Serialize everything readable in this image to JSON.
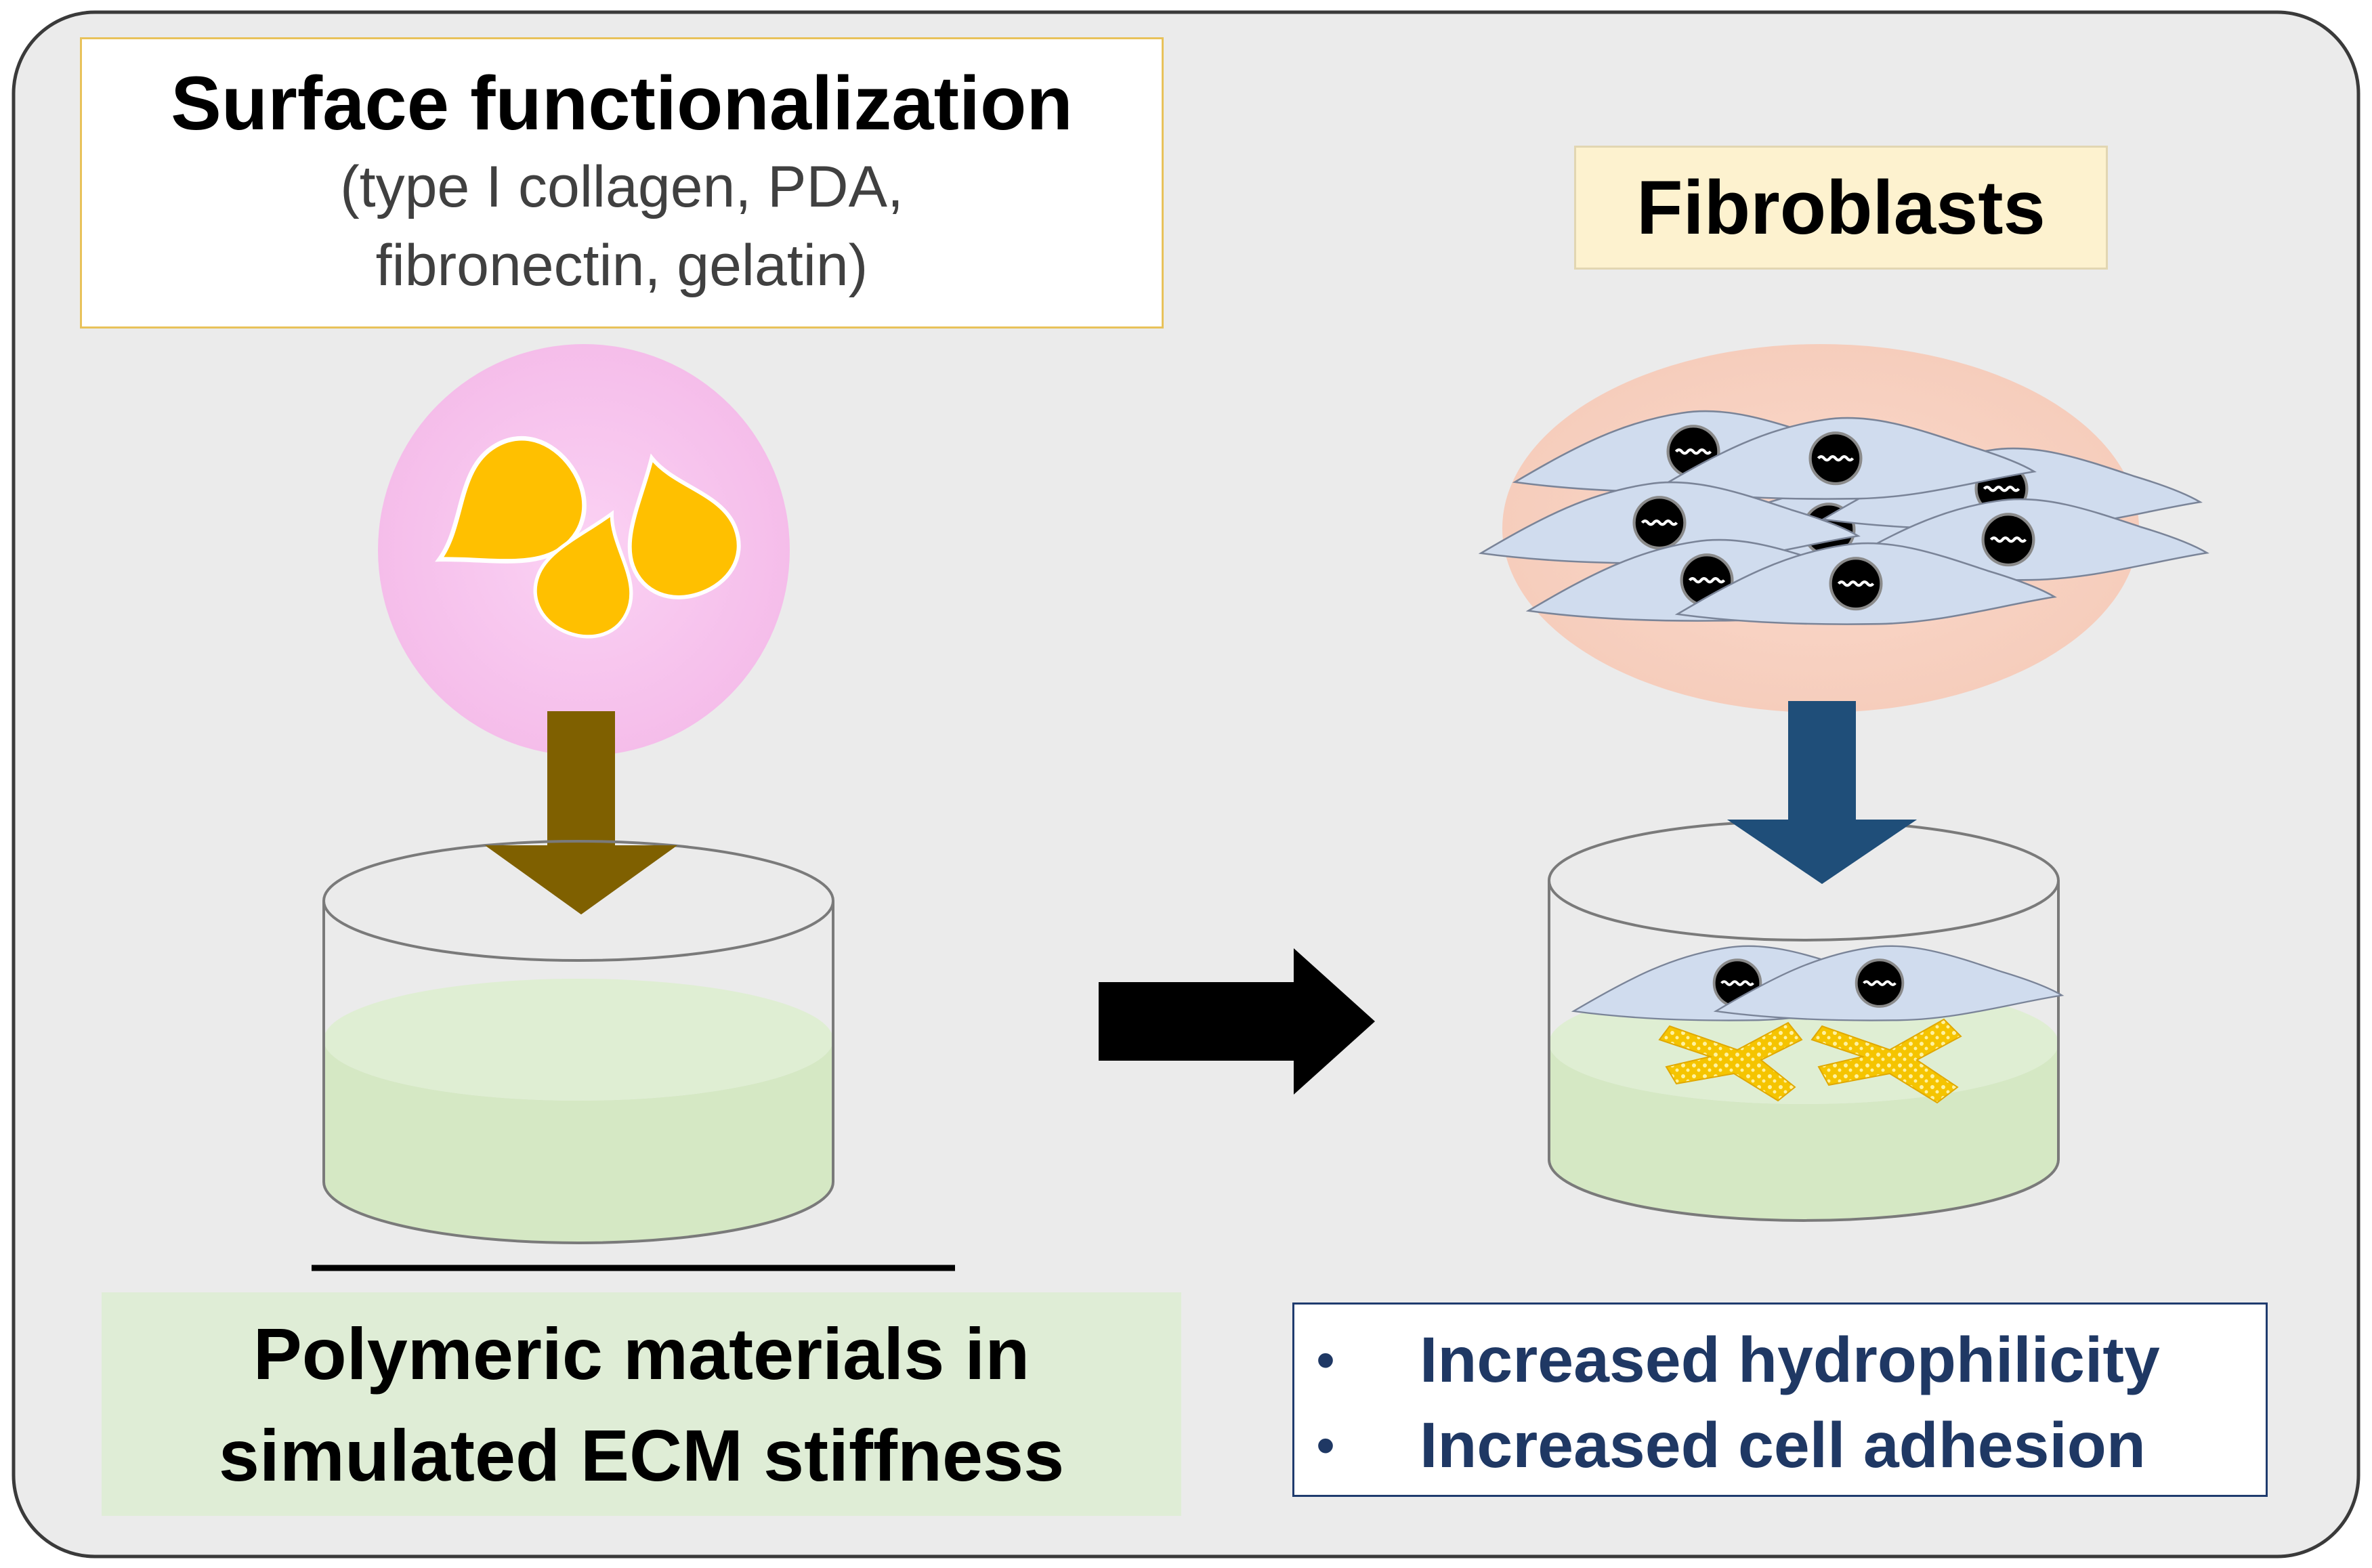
{
  "labels": {
    "title": "Surface functionalization",
    "subtitle_line1": "(type I collagen, PDA,",
    "subtitle_line2": "fibronectin, gelatin)",
    "fibroblasts": "Fibroblasts",
    "polymer_line1": "Polymeric materials in",
    "polymer_line2": "simulated ECM stiffness"
  },
  "results": {
    "bullet": "•",
    "items": [
      "Increased hydrophilicity",
      "Increased cell adhesion"
    ]
  },
  "colors": {
    "panel_bg": "#ebebeb",
    "pink_circle": "#f8c8f0",
    "peach_circle": "#f9d5c6",
    "drop_yellow": "#ffc000",
    "brown_arrow": "#7f6000",
    "blue_arrow": "#1f4e79",
    "gel_green": "#d5e8c4",
    "cell_blue": "#d0dcee",
    "adhesion_yellow": "#f3c300"
  },
  "icons": [
    "droplet-icon",
    "fibroblast-cell-icon",
    "petri-dish-icon",
    "arrow-right-icon",
    "arrow-down-icon"
  ]
}
